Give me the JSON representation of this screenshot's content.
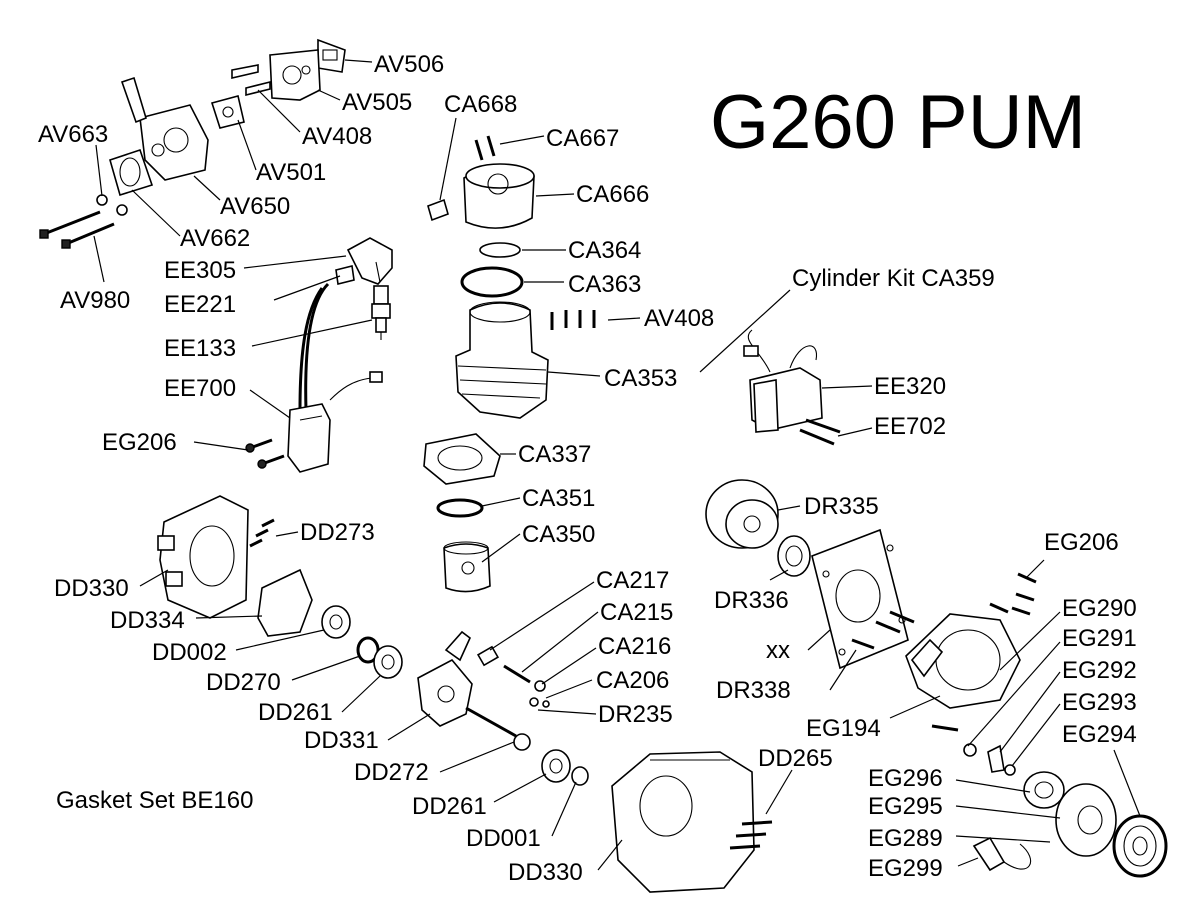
{
  "title": "G260 PUM",
  "kit_label": "Cylinder Kit CA359",
  "gasket_label": "Gasket Set  BE160",
  "parts": {
    "AV506": "AV506",
    "AV505": "AV505",
    "AV408a": "AV408",
    "AV501": "AV501",
    "AV650": "AV650",
    "AV662": "AV662",
    "AV663": "AV663",
    "AV980": "AV980",
    "CA668": "CA668",
    "CA667": "CA667",
    "CA666": "CA666",
    "CA364": "CA364",
    "CA363": "CA363",
    "AV408b": "AV408",
    "CA353": "CA353",
    "CA337": "CA337",
    "CA351": "CA351",
    "CA350": "CA350",
    "CA217": "CA217",
    "CA215": "CA215",
    "CA216": "CA216",
    "CA206": "CA206",
    "DR235": "DR235",
    "EE305": "EE305",
    "EE221": "EE221",
    "EE133": "EE133",
    "EE700": "EE700",
    "EG206a": "EG206",
    "EE320": "EE320",
    "EE702": "EE702",
    "DD273": "DD273",
    "DD330a": "DD330",
    "DD334": "DD334",
    "DD002": "DD002",
    "DD270": "DD270",
    "DD261a": "DD261",
    "DD331": "DD331",
    "DD272": "DD272",
    "DD261b": "DD261",
    "DD001": "DD001",
    "DD330b": "DD330",
    "DD265": "DD265",
    "DR335": "DR335",
    "DR336": "DR336",
    "XX": "xx",
    "DR338": "DR338",
    "EG206b": "EG206",
    "EG290": "EG290",
    "EG291": "EG291",
    "EG292": "EG292",
    "EG293": "EG293",
    "EG294": "EG294",
    "EG194": "EG194",
    "EG296": "EG296",
    "EG295": "EG295",
    "EG289": "EG289",
    "EG299": "EG299"
  }
}
